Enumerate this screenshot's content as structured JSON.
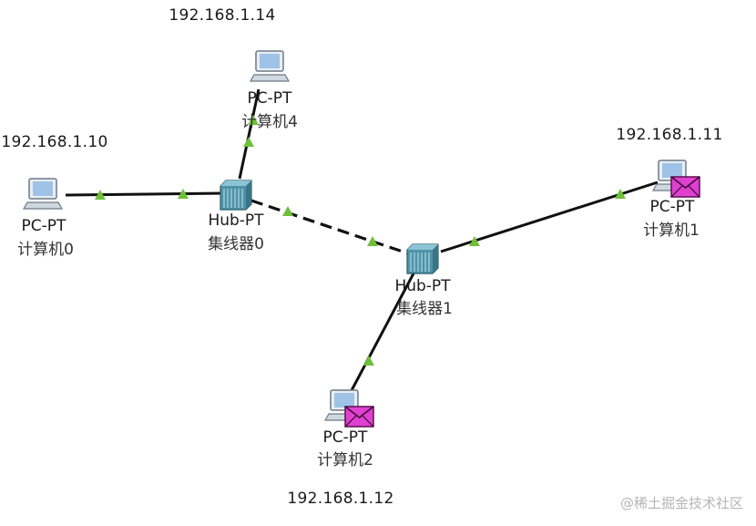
{
  "devices": {
    "pc0": {
      "ip": "192.168.1.10",
      "model": "PC-PT",
      "name": "计算机0"
    },
    "pc1": {
      "ip": "192.168.1.11",
      "model": "PC-PT",
      "name": "计算机1"
    },
    "pc2": {
      "ip": "192.168.1.12",
      "model": "PC-PT",
      "name": "计算机2"
    },
    "pc4": {
      "ip": "192.168.1.14",
      "model": "PC-PT",
      "name": "计算机4"
    },
    "hub0": {
      "model": "Hub-PT",
      "name": "集线器0"
    },
    "hub1": {
      "model": "Hub-PT",
      "name": "集线器1"
    }
  },
  "links": [
    {
      "from": "pc0",
      "to": "hub0",
      "style": "solid"
    },
    {
      "from": "pc4",
      "to": "hub0",
      "style": "solid"
    },
    {
      "from": "hub0",
      "to": "hub1",
      "style": "dashed"
    },
    {
      "from": "hub1",
      "to": "pc1",
      "style": "solid"
    },
    {
      "from": "hub1",
      "to": "pc2",
      "style": "solid"
    }
  ],
  "link_status_color": "#6fbf3a",
  "envelope_color": "#e040d0",
  "watermark": "@稀土掘金技术社区"
}
